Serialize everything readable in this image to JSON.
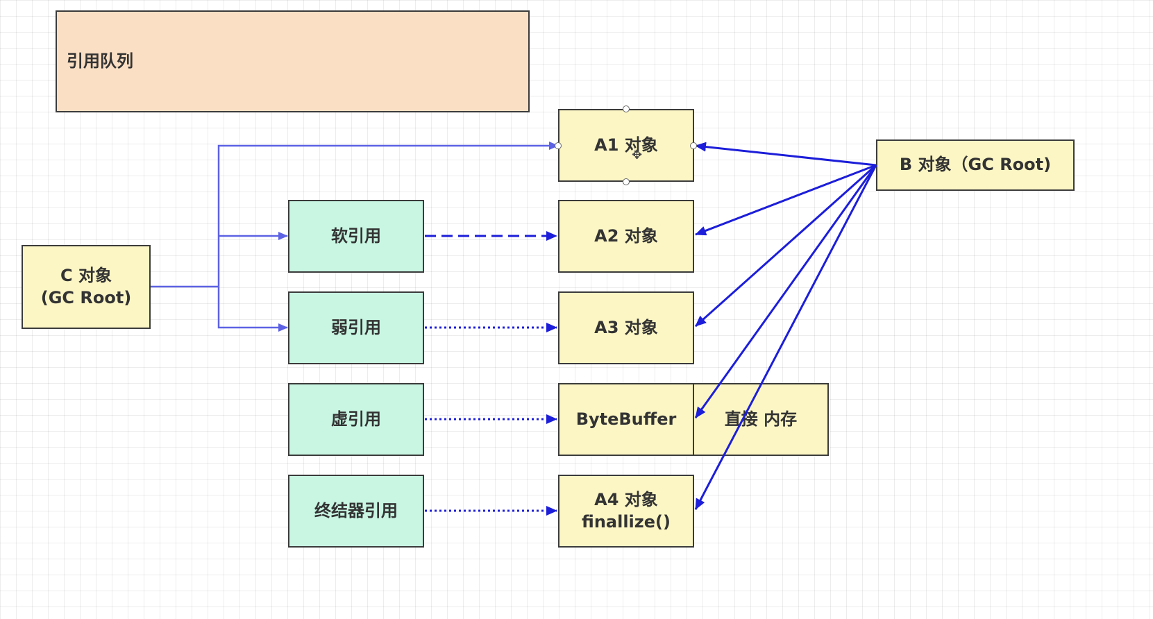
{
  "diagram": {
    "queue_label": "引用队列",
    "c_object": "C 对象\n(GC Root)",
    "b_object": "B 对象（GC Root)",
    "refs": {
      "soft": "软引用",
      "weak": "弱引用",
      "phantom": "虚引用",
      "finalizer": "终结器引用"
    },
    "objects": {
      "a1": "A1 对象",
      "a2": "A2 对象",
      "a3": "A3 对象",
      "bytebuffer": "ByteBuffer",
      "direct_memory": "直接 内存",
      "a4": "A4 对象\nfinallize()"
    }
  },
  "colors": {
    "object_fill": "#fcf6c5",
    "reference_fill": "#c8f6e3",
    "queue_fill": "#fbdfc4",
    "c_edge": "#5d62e4",
    "b_edge": "#1c1ed9"
  }
}
